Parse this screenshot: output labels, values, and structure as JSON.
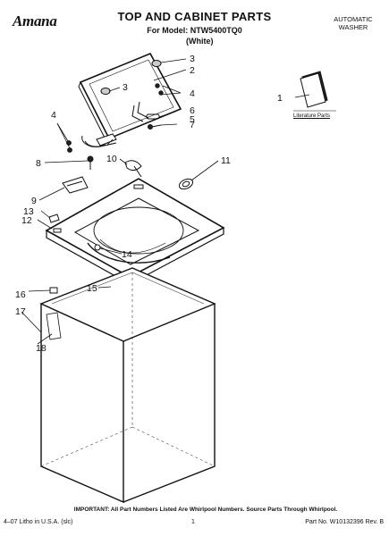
{
  "header": {
    "brand": "Amana",
    "title": "TOP AND CABINET PARTS",
    "model_line": "For Model: NTW5400TQ0",
    "color": "(White)",
    "product_type": [
      "AUTOMATIC",
      "WASHER"
    ]
  },
  "literature_label": "Literature Parts",
  "callouts": [
    "1",
    "2",
    "3",
    "3",
    "4",
    "4",
    "5",
    "6",
    "7",
    "8",
    "9",
    "10",
    "11",
    "12",
    "13",
    "14",
    "15",
    "16",
    "17",
    "18"
  ],
  "footer": {
    "important_note": "IMPORTANT: All Part Numbers Listed Are Whirlpool Numbers. Source Parts Through Whirlpool.",
    "litho": "4–07 Litho in U.S.A. (slc)",
    "page_number": "1",
    "part_number": "Part No. W10132396 Rev. B"
  }
}
